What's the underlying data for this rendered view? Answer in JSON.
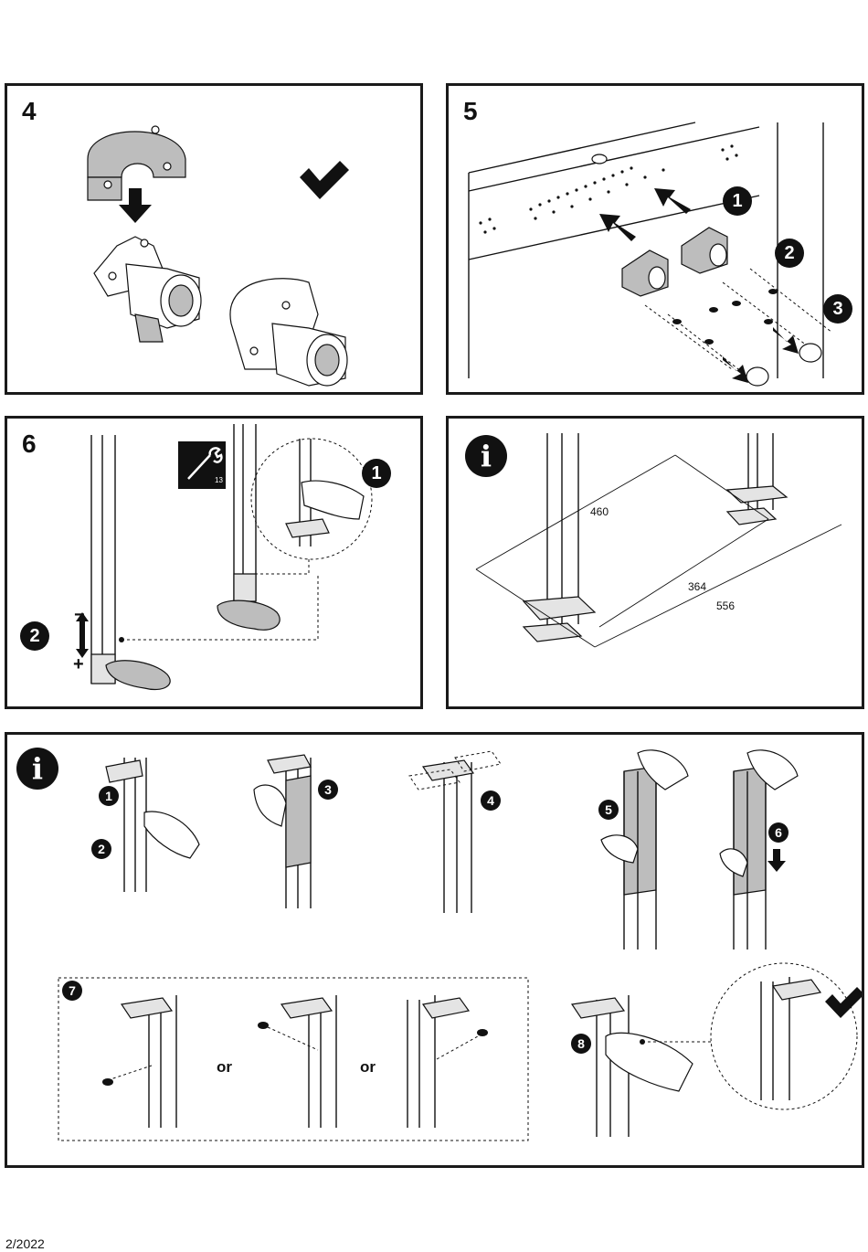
{
  "steps": {
    "step4": {
      "number": "4"
    },
    "step5": {
      "number": "5",
      "callouts": [
        "1",
        "2",
        "3"
      ]
    },
    "step6": {
      "number": "6",
      "callouts": [
        "1",
        "2"
      ],
      "tool_size": "13",
      "adjust_minus": "−",
      "adjust_plus": "+"
    },
    "info1": {
      "badge": "i",
      "dimensions": [
        "460",
        "364",
        "556"
      ]
    },
    "info2": {
      "badge": "i",
      "callouts": [
        "1",
        "2",
        "3",
        "4",
        "5",
        "6",
        "7",
        "8"
      ],
      "or_text": "or"
    }
  },
  "footer": {
    "date": "2/2022"
  },
  "icons": [
    "checkmark-icon",
    "wrench-icon",
    "arrow-icon",
    "footprint-icon"
  ]
}
